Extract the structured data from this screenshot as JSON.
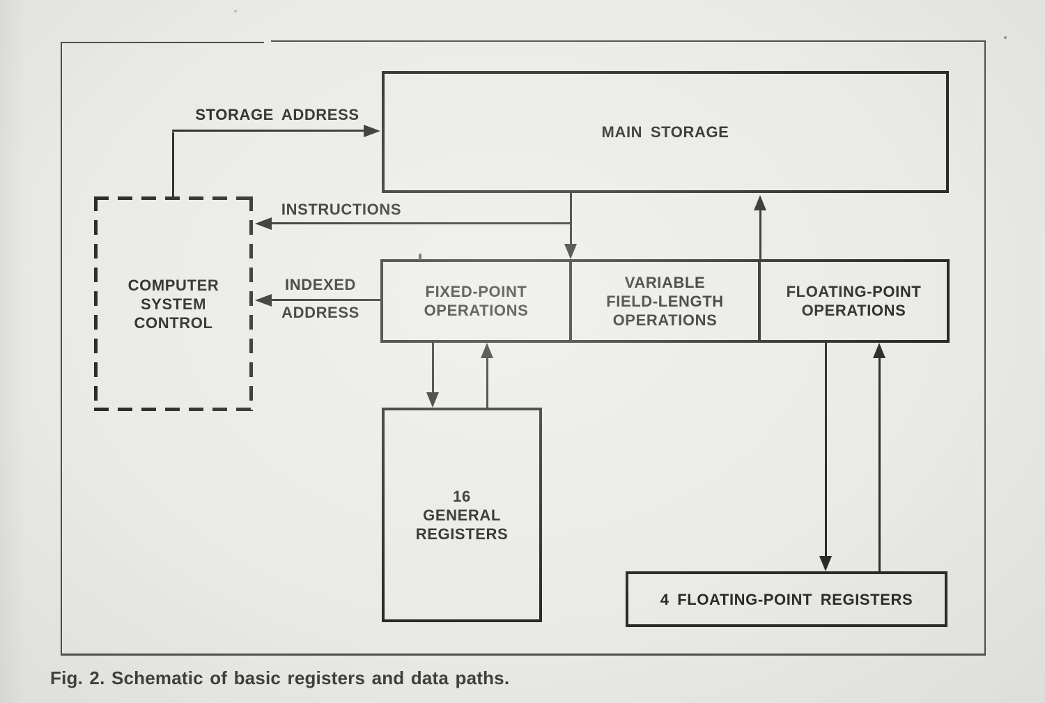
{
  "figure": {
    "caption": "Fig. 2. Schematic of basic registers and data paths.",
    "colors": {
      "paper": "#eaeae7",
      "ink": "#2d2b28",
      "caption_ink": "#403f3c"
    }
  },
  "nodes": {
    "main_storage": {
      "label": "MAIN STORAGE"
    },
    "computer_system_control": {
      "lines": [
        "COMPUTER",
        "SYSTEM",
        "CONTROL"
      ]
    },
    "fixed_point_operations": {
      "lines": [
        "FIXED-POINT",
        "OPERATIONS"
      ]
    },
    "variable_field_length_operations": {
      "lines": [
        "VARIABLE",
        "FIELD-LENGTH",
        "OPERATIONS"
      ]
    },
    "floating_point_operations": {
      "lines": [
        "FLOATING-POINT",
        "OPERATIONS"
      ]
    },
    "general_registers": {
      "lines": [
        "16",
        "GENERAL",
        "REGISTERS"
      ]
    },
    "floating_point_registers": {
      "label": "4 FLOATING-POINT REGISTERS"
    }
  },
  "edges": {
    "storage_address": {
      "label": "STORAGE ADDRESS",
      "from": "computer_system_control",
      "to": "main_storage"
    },
    "instructions": {
      "label": "INSTRUCTIONS",
      "from": "main_storage",
      "to": "computer_system_control"
    },
    "indexed_address": {
      "label_lines": [
        "INDEXED",
        "ADDRESS"
      ],
      "from": "fixed_point_operations",
      "to": "computer_system_control"
    },
    "main_storage_to_operations": {
      "label": "",
      "from": "main_storage",
      "to": "fixed_point_operations"
    },
    "operations_to_main_storage": {
      "label": "",
      "from": "floating_point_operations",
      "to": "main_storage"
    },
    "fixed_point_to_general_registers": {
      "label": "",
      "from": "fixed_point_operations",
      "to": "general_registers"
    },
    "general_registers_to_fixed_point": {
      "label": "",
      "from": "general_registers",
      "to": "fixed_point_operations"
    },
    "floating_point_to_fp_registers": {
      "label": "",
      "from": "floating_point_operations",
      "to": "floating_point_registers"
    },
    "fp_registers_to_floating_point": {
      "label": "",
      "from": "floating_point_registers",
      "to": "floating_point_operations"
    }
  }
}
